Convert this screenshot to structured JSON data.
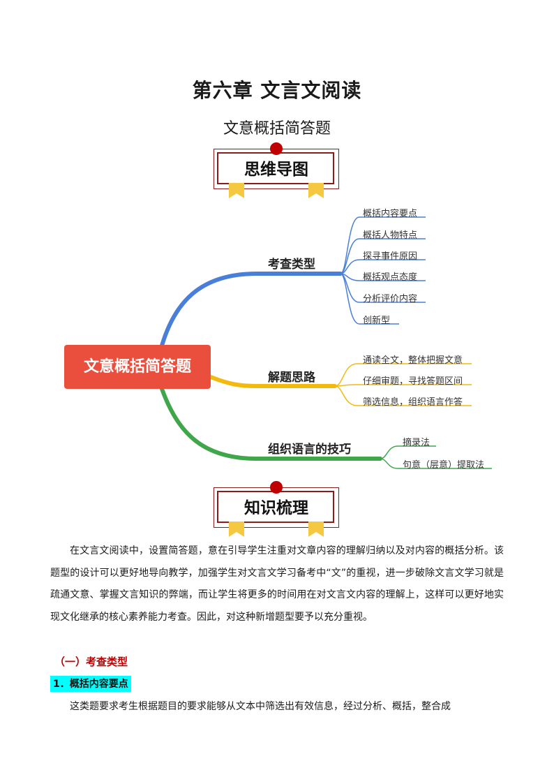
{
  "chapter_title": "第六章  文言文阅读",
  "sub_title": "文意概括简答题",
  "banner_mindmap": "思维导图",
  "banner_knowledge": "知识梳理",
  "mindmap": {
    "root": "文意概括简答题",
    "branches": [
      {
        "label": "考查类型",
        "color": "#4a7fd9",
        "leaves": [
          "概括内容要点",
          "概括人物特点",
          "探寻事件原因",
          "概括观点态度",
          "分析评价内容",
          "创新型"
        ]
      },
      {
        "label": "解题思路",
        "color": "#f2b90f",
        "leaves": [
          "通读全文，整体把握文意",
          "仔细审题，寻找答题区间",
          "筛选信息，组织语言作答"
        ]
      },
      {
        "label": "组织语言的技巧",
        "color": "#3fa64a",
        "leaves": [
          "摘录法",
          "句意（层意）提取法"
        ]
      }
    ]
  },
  "intro_paragraph": "在文言文阅读中，设置简答题，意在引导学生注重对文章内容的理解归纳以及对内容的概括分析。该题型的设计可以更好地导向教学，加强学生对文言文学习备考中“文”的重视，进一步破除文言文学习就是疏通文意、掌握文言知识的弊端，而让学生将更多的时间用在对文言文内容的理解上，这样可以更好地实现文化继承的核心素养能力考查。因此，对这种新增题型要予以充分重视。",
  "section_heading": "（一）考查类型",
  "point_heading": "1．概括内容要点",
  "point_paragraph": "这类题要求考生根据题目的要求能够从文本中筛选出有效信息，经过分析、概括，整合成"
}
